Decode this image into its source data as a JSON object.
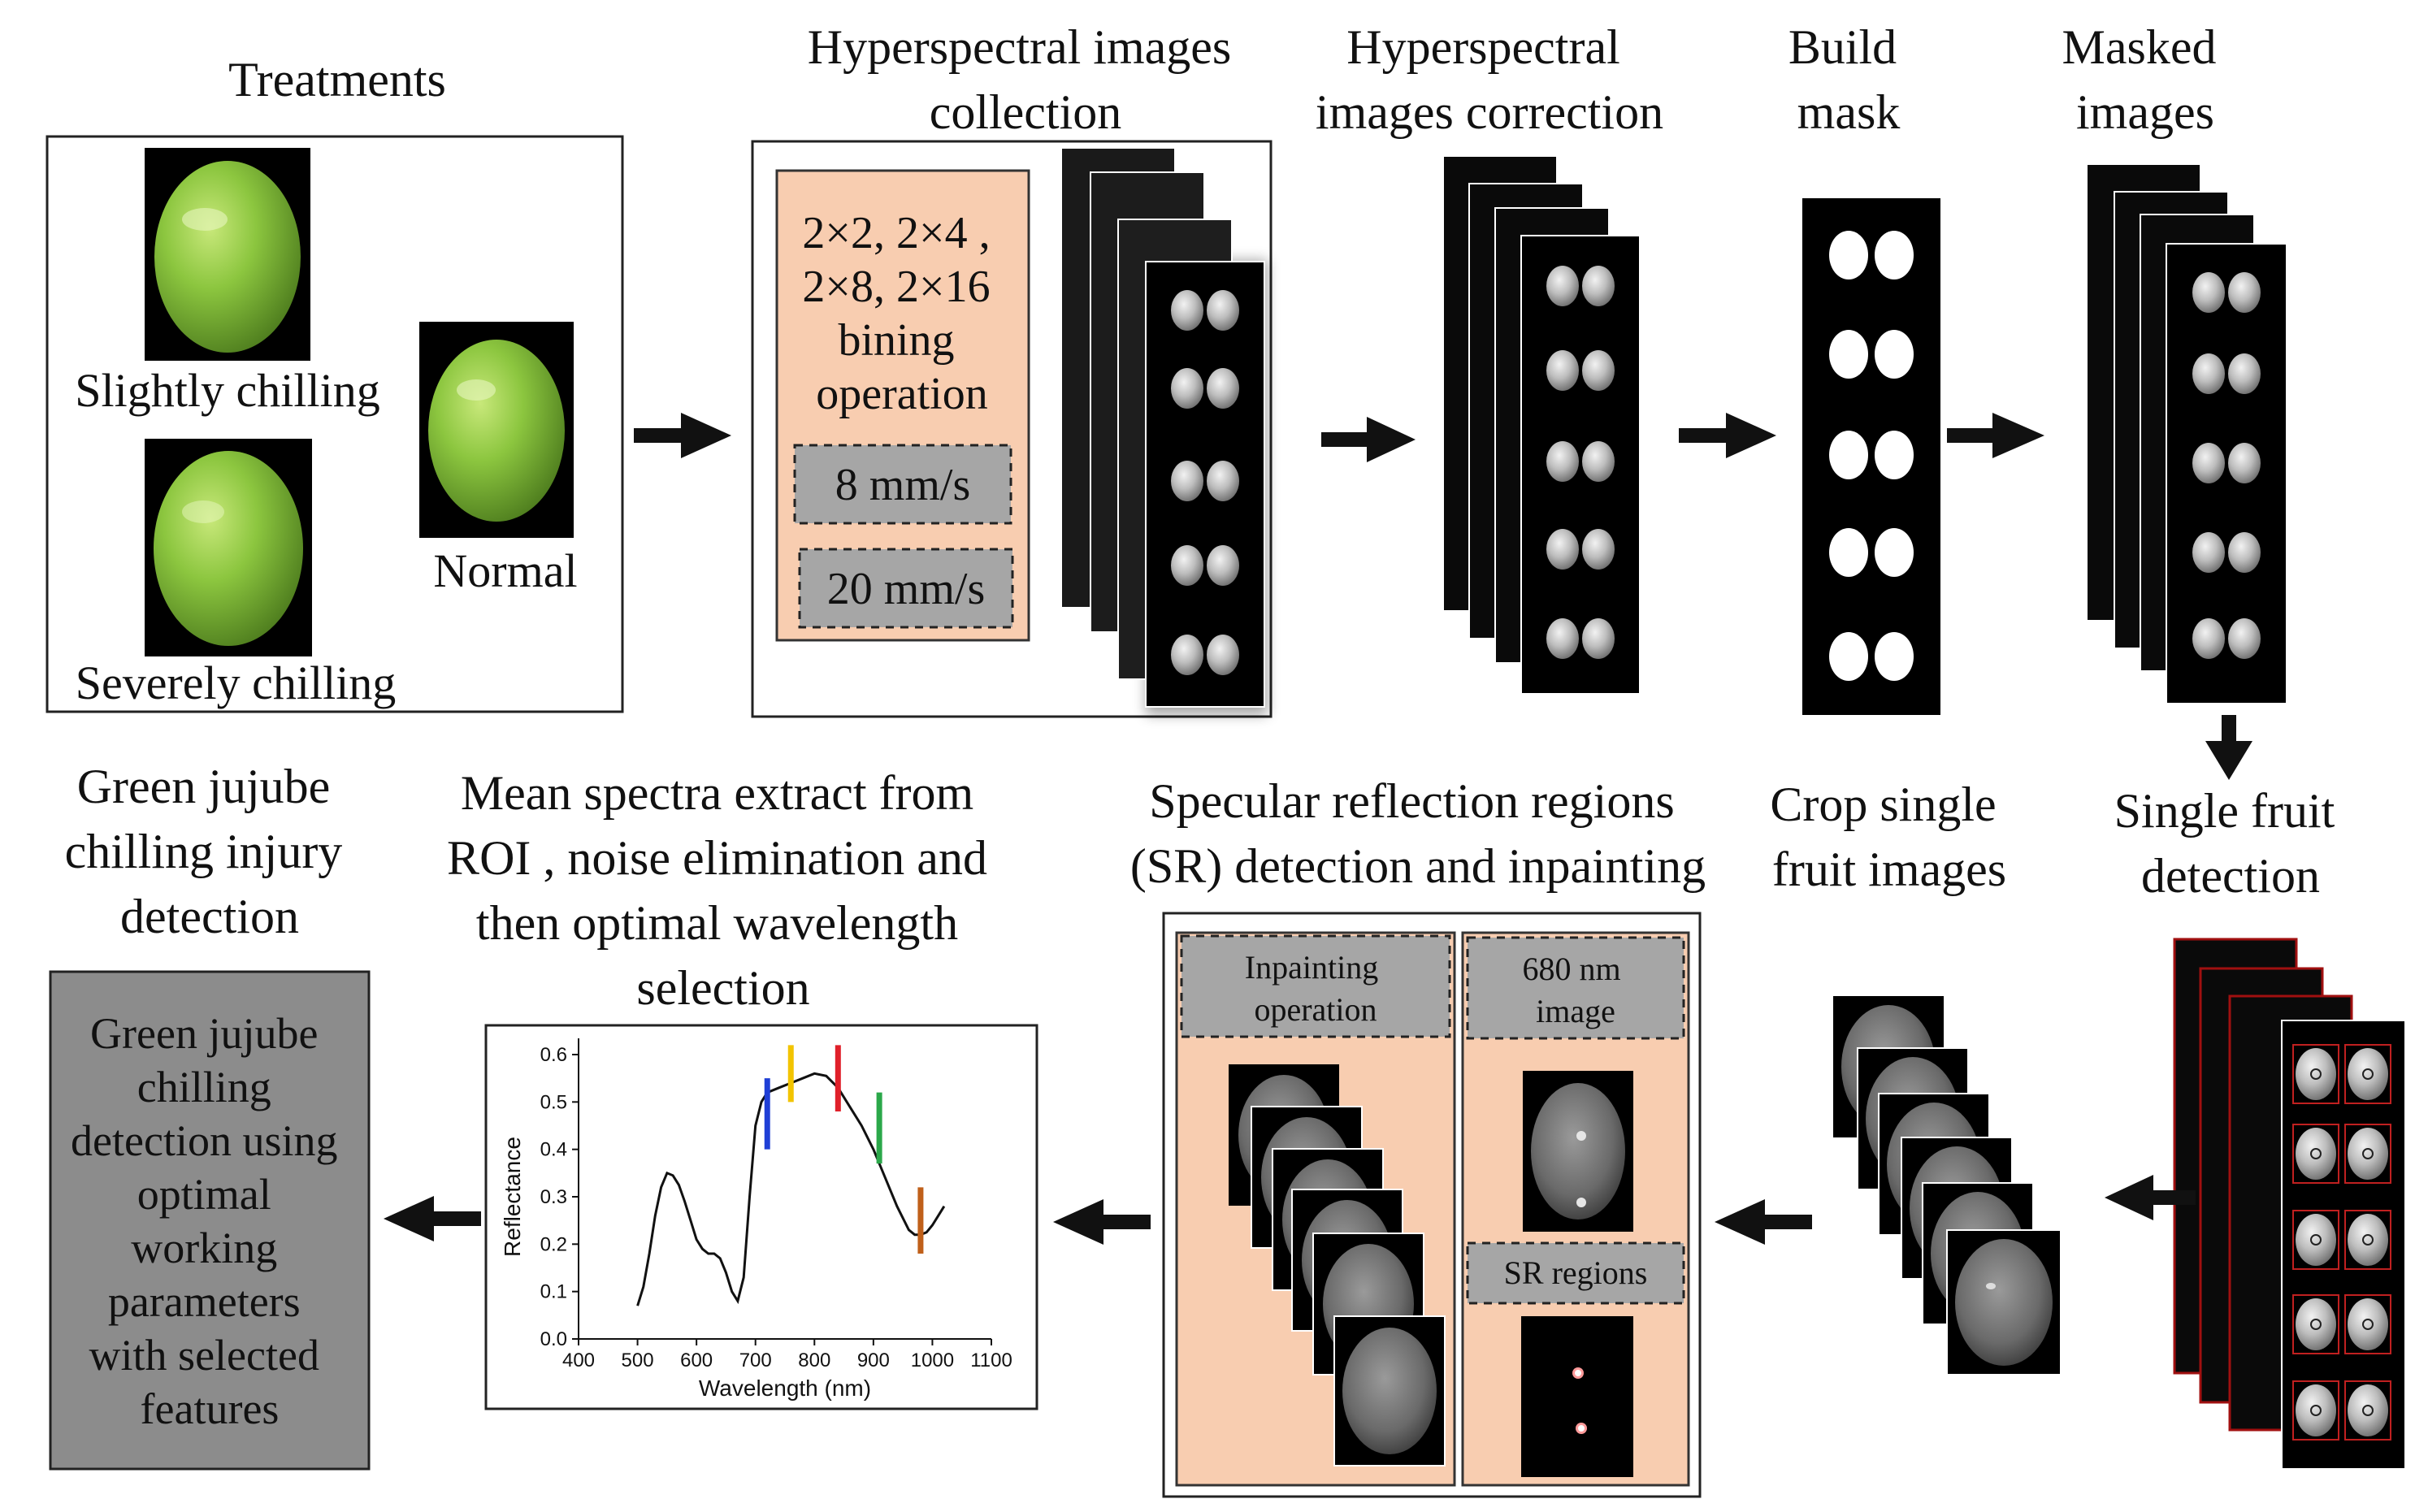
{
  "headings": {
    "treatments": "Treatments",
    "hsi_collection": [
      "Hyperspectral images",
      "collection"
    ],
    "hsi_correction": [
      "Hyperspectral",
      "images correction"
    ],
    "build_mask": [
      "Build",
      "mask"
    ],
    "masked_images": [
      "Masked",
      "images"
    ],
    "single_fruit_detection": [
      "Single fruit",
      "detection"
    ],
    "crop_single": [
      "Crop single",
      "fruit images"
    ],
    "sr_detection": [
      "Specular reflection regions",
      "(SR) detection and inpainting"
    ],
    "mean_spectra": [
      "Mean spectra extract from",
      "ROI , noise elimination and",
      "then optimal wavelength",
      "selection"
    ],
    "green_jujube": [
      "Green jujube",
      "chilling injury",
      "detection"
    ]
  },
  "treatments": {
    "slightly": "Slightly chilling",
    "severely": "Severely chilling",
    "normal": "Normal"
  },
  "binning": {
    "lines": [
      "2×2, 2×4 ,",
      "2×8, 2×16",
      "bining",
      "operation"
    ],
    "speed1": "8 mm/s",
    "speed2": "20 mm/s"
  },
  "sr_panel": {
    "inpainting": [
      "Inpainting",
      "operation"
    ],
    "image680": [
      "680 nm",
      "image"
    ],
    "sr_regions": "SR regions"
  },
  "result_box": [
    "Green jujube",
    "chilling",
    "detection using",
    "optimal",
    "working",
    "parameters",
    "with selected",
    "features"
  ],
  "colors": {
    "salmon": "#f8cdb0",
    "gray_box": "#a6a6a6",
    "result_gray": "#8c8c8c",
    "marker_blue": "#1f3fd6",
    "marker_yellow": "#f2c400",
    "marker_red": "#e0202a",
    "marker_green": "#2ba84a",
    "marker_brown": "#c0601a"
  },
  "chart_data": {
    "type": "line",
    "xlabel": "Wavelength (nm)",
    "ylabel": "Reflectance",
    "xlim": [
      400,
      1100
    ],
    "ylim": [
      0.0,
      0.6
    ],
    "xticks": [
      "400",
      "500",
      "600",
      "700",
      "800",
      "900",
      "1000",
      "1100"
    ],
    "yticks": [
      "0.0",
      "0.1",
      "0.2",
      "0.3",
      "0.4",
      "0.5",
      "0.6"
    ],
    "series": [
      {
        "x": [
          500,
          510,
          520,
          530,
          540,
          550,
          560,
          570,
          580,
          590,
          600,
          610,
          620,
          630,
          640,
          650,
          660,
          670,
          680,
          690,
          700,
          710,
          720,
          740,
          760,
          780,
          800,
          820,
          840,
          860,
          880,
          900,
          920,
          940,
          960,
          970,
          980,
          990,
          1000,
          1010,
          1020
        ],
        "y": [
          0.07,
          0.11,
          0.18,
          0.26,
          0.32,
          0.35,
          0.345,
          0.325,
          0.29,
          0.25,
          0.21,
          0.19,
          0.18,
          0.18,
          0.17,
          0.14,
          0.1,
          0.08,
          0.13,
          0.3,
          0.45,
          0.5,
          0.52,
          0.53,
          0.54,
          0.55,
          0.56,
          0.555,
          0.53,
          0.49,
          0.45,
          0.4,
          0.34,
          0.28,
          0.23,
          0.22,
          0.22,
          0.225,
          0.24,
          0.26,
          0.28
        ]
      }
    ],
    "markers": [
      {
        "x": 720,
        "y_range": [
          0.4,
          0.55
        ],
        "color": "blue"
      },
      {
        "x": 760,
        "y_range": [
          0.5,
          0.62
        ],
        "color": "yellow"
      },
      {
        "x": 840,
        "y_range": [
          0.48,
          0.62
        ],
        "color": "red"
      },
      {
        "x": 910,
        "y_range": [
          0.37,
          0.52
        ],
        "color": "green"
      },
      {
        "x": 980,
        "y_range": [
          0.18,
          0.32
        ],
        "color": "brown"
      }
    ]
  }
}
